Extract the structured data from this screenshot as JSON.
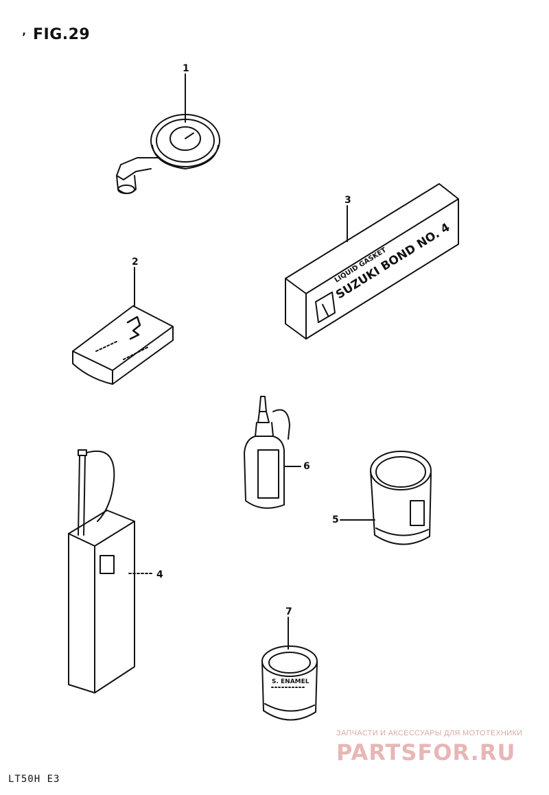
{
  "figure": {
    "title": "FIG.29",
    "mark": "’",
    "model_code": "LT50H E3"
  },
  "callouts": [
    "1",
    "2",
    "3",
    "4",
    "5",
    "6",
    "7"
  ],
  "item_labels": {
    "bond_box_line1": "LIQUID GASKET",
    "bond_box_brand": "SUZUKI BOND NO. 4",
    "can7_label": "S. ENAMEL"
  },
  "watermark": {
    "tagline": "ЗАПЧАСТИ И АКСЕССУАРЫ ДЛЯ МОТОТЕХНИКИ",
    "site": "PARTSFOR.RU",
    "color": "#e8b6b6"
  },
  "colors": {
    "ink": "#111111",
    "paper": "#ffffff"
  }
}
